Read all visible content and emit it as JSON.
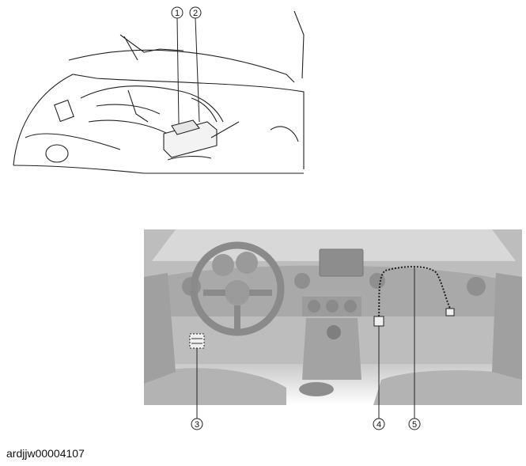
{
  "engine_view": {
    "callouts": [
      "1",
      "2"
    ]
  },
  "cabin_view": {
    "callouts": [
      "3",
      "4",
      "5"
    ]
  },
  "image_id": "ardjjw00004107"
}
